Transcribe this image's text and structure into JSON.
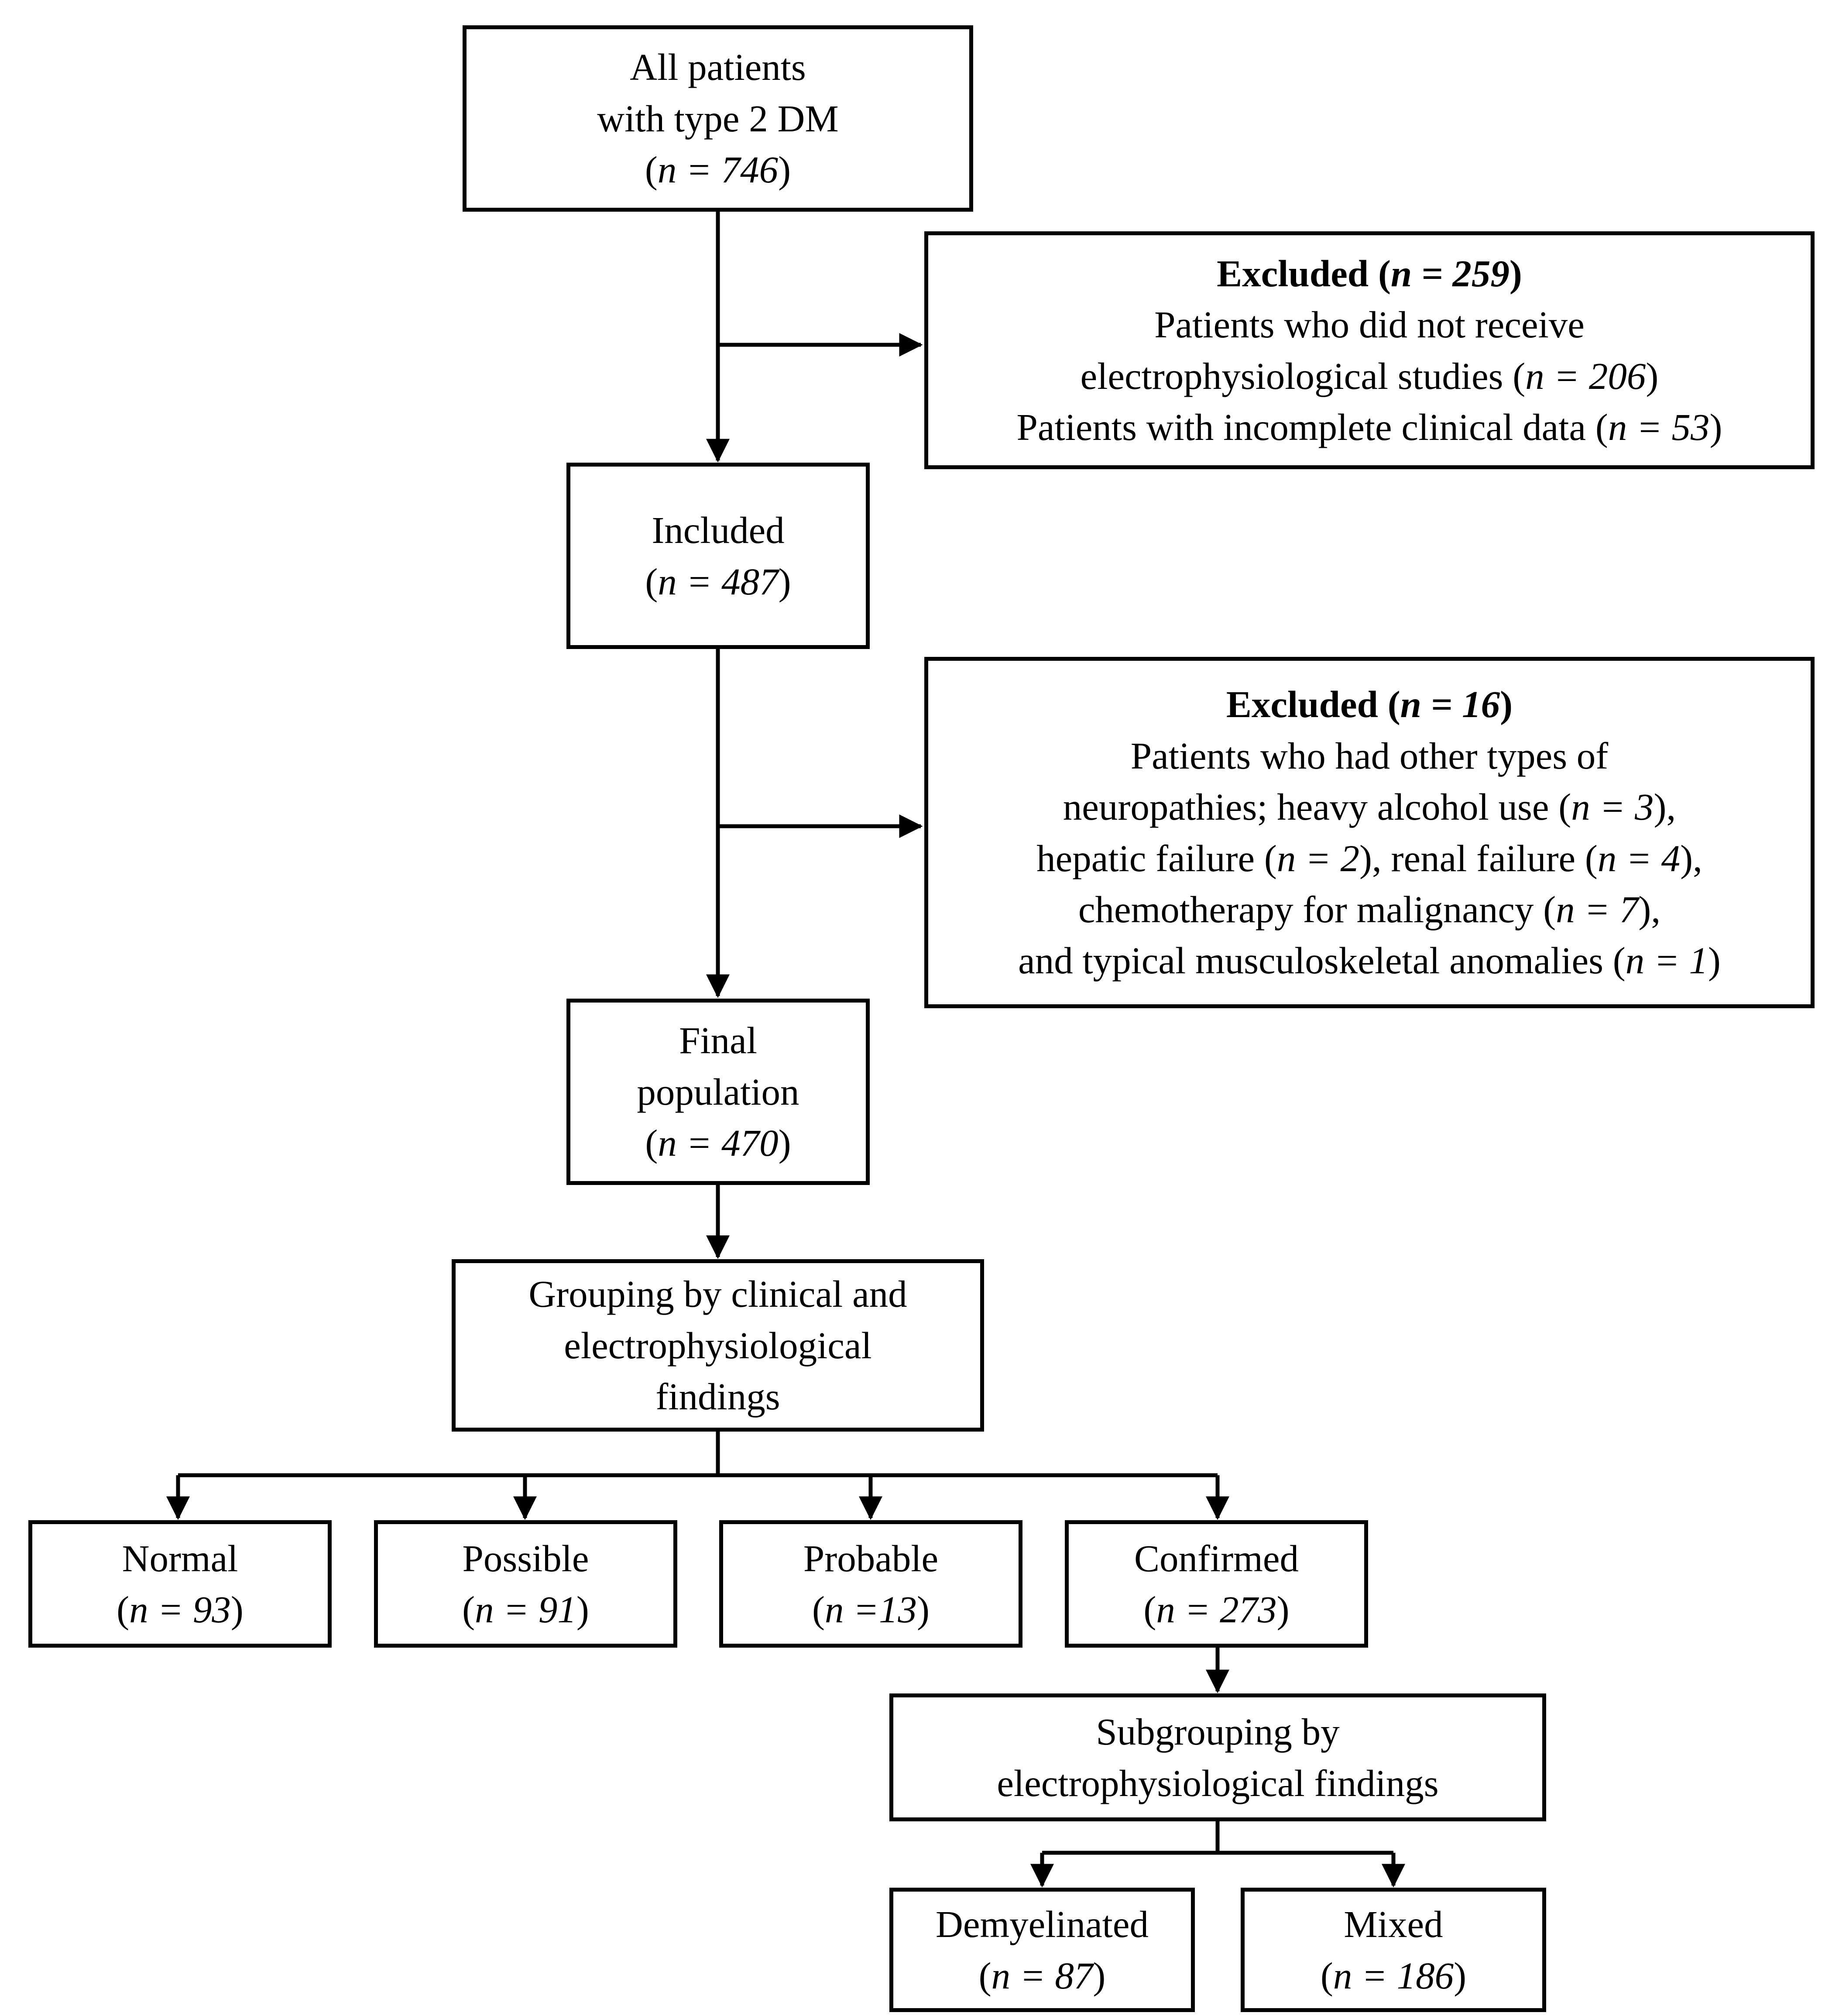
{
  "flowchart": {
    "all_patients": {
      "label": [
        "All patients",
        "with type 2 DM"
      ],
      "n": "746"
    },
    "excluded_1": {
      "title_prefix": "Excluded (",
      "title_n": "n = 259",
      "title_suffix": ")",
      "reasons": [
        {
          "text": "Patients who did not receive",
          "n": ""
        },
        {
          "text": "electrophysiological studies",
          "n": "n = 206"
        },
        {
          "text": "Patients with incomplete clinical data",
          "n": "n = 53"
        }
      ]
    },
    "included": {
      "label": [
        "Included"
      ],
      "n": "487"
    },
    "excluded_2": {
      "title_prefix": "Excluded (",
      "title_n": "n = 16",
      "title_suffix": ")",
      "reasons": [
        {
          "text": "Patients who had other types of",
          "n": "",
          "after": ""
        },
        {
          "text": "neuropathies; heavy alcohol use",
          "n": "n = 3",
          "after": ","
        },
        {
          "text": "hepatic failure",
          "n": "n = 2",
          "after": ", renal failure",
          "n2": "n = 4",
          "after2": ","
        },
        {
          "text": "chemotherapy for malignancy",
          "n": "n = 7",
          "after": ","
        },
        {
          "text": "and typical musculoskeletal anomalies",
          "n": "n = 1",
          "after": ""
        }
      ]
    },
    "final_population": {
      "label": [
        "Final",
        "population"
      ],
      "n": "470"
    },
    "grouping": {
      "label": [
        "Grouping by clinical and",
        "electrophysiological",
        "findings"
      ]
    },
    "groups": [
      {
        "name": "Normal",
        "n": "n = 93"
      },
      {
        "name": "Possible",
        "n": "n = 91"
      },
      {
        "name": "Probable",
        "n": "n =13"
      },
      {
        "name": "Confirmed",
        "n": "n = 273"
      }
    ],
    "subgrouping": {
      "label": [
        "Subgrouping by",
        "electrophysiological findings"
      ]
    },
    "subgroups": [
      {
        "name": "Demyelinated",
        "n": "n = 87"
      },
      {
        "name": "Mixed",
        "n": "n = 186"
      }
    ]
  }
}
